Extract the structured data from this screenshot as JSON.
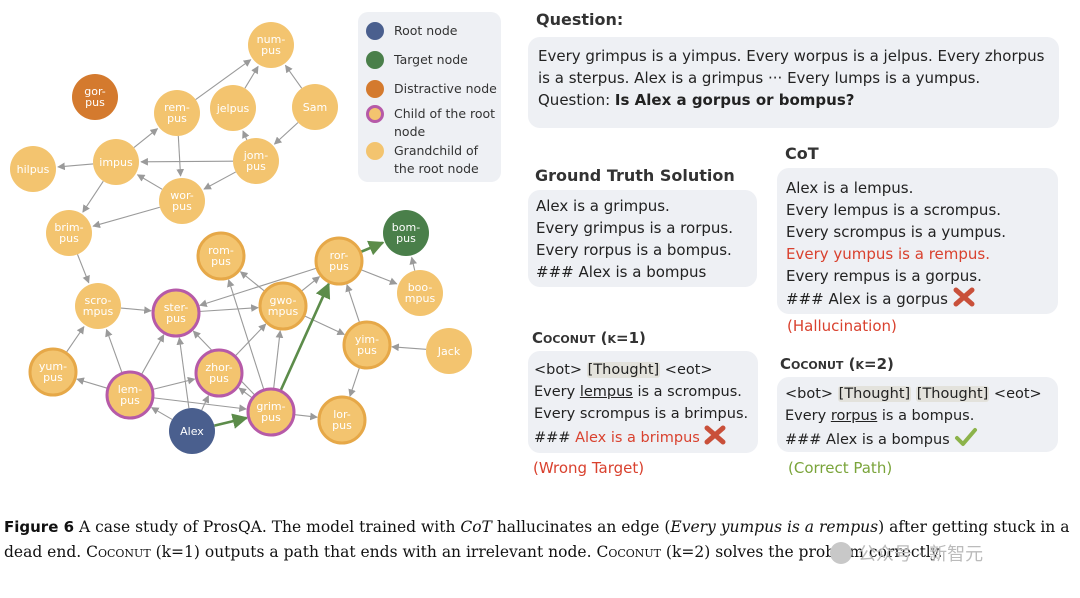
{
  "graph": {
    "colors": {
      "root": "#4a5f8e",
      "target": "#4a7f4a",
      "distractive": "#d47a2e",
      "child_fill": "#f3c46f",
      "child_stroke": "#b65aa8",
      "grandchild_fill": "#f3c46f",
      "grandchild_stroke": "#e6a848",
      "edge": "#9a9a9a",
      "path": "#5c8c4a"
    },
    "nodes": [
      {
        "id": "numpus",
        "label": "num-|pus",
        "type": "grandchild"
      },
      {
        "id": "gorpus",
        "label": "gor-|pus",
        "type": "distractive"
      },
      {
        "id": "rempus",
        "label": "rem-|pus",
        "type": "grandchild"
      },
      {
        "id": "jelpus",
        "label": "jelpus",
        "type": "grandchild"
      },
      {
        "id": "sam",
        "label": "Sam",
        "type": "grandchild"
      },
      {
        "id": "hilpus",
        "label": "hilpus",
        "type": "grandchild"
      },
      {
        "id": "impus",
        "label": "impus",
        "type": "grandchild"
      },
      {
        "id": "jompus",
        "label": "jom-|pus",
        "type": "grandchild"
      },
      {
        "id": "worpus",
        "label": "wor-|pus",
        "type": "grandchild"
      },
      {
        "id": "brimpus",
        "label": "brim-|pus",
        "type": "grandchild"
      },
      {
        "id": "bompus",
        "label": "bom-|pus",
        "type": "target"
      },
      {
        "id": "rompus",
        "label": "rom-|pus",
        "type": "grandchild_ring"
      },
      {
        "id": "rorpus",
        "label": "ror-|pus",
        "type": "grandchild_ring"
      },
      {
        "id": "scrompus",
        "label": "scro-|mpus",
        "type": "grandchild"
      },
      {
        "id": "sterpus",
        "label": "ster-|pus",
        "type": "child"
      },
      {
        "id": "gwompus",
        "label": "gwo-|mpus",
        "type": "grandchild_ring"
      },
      {
        "id": "boompus",
        "label": "boo-|mpus",
        "type": "grandchild"
      },
      {
        "id": "yimpus",
        "label": "yim-|pus",
        "type": "grandchild_ring"
      },
      {
        "id": "jack",
        "label": "Jack",
        "type": "grandchild"
      },
      {
        "id": "yumpus",
        "label": "yum-|pus",
        "type": "grandchild_ring"
      },
      {
        "id": "lempus",
        "label": "lem-|pus",
        "type": "child"
      },
      {
        "id": "zhorpus",
        "label": "zhor-|pus",
        "type": "child"
      },
      {
        "id": "grimpus",
        "label": "grim-|pus",
        "type": "child"
      },
      {
        "id": "lorpus",
        "label": "lor-|pus",
        "type": "grandchild_ring"
      },
      {
        "id": "alex",
        "label": "Alex",
        "type": "root"
      }
    ],
    "edges": [
      [
        "rempus",
        "numpus"
      ],
      [
        "jelpus",
        "numpus"
      ],
      [
        "sam",
        "jompus"
      ],
      [
        "sam",
        "numpus"
      ],
      [
        "impus",
        "hilpus"
      ],
      [
        "impus",
        "rempus"
      ],
      [
        "jompus",
        "impus"
      ],
      [
        "jompus",
        "jelpus"
      ],
      [
        "rempus",
        "worpus"
      ],
      [
        "worpus",
        "impus"
      ],
      [
        "jompus",
        "worpus"
      ],
      [
        "worpus",
        "brimpus"
      ],
      [
        "impus",
        "brimpus"
      ],
      [
        "brimpus",
        "scrompus"
      ],
      [
        "scrompus",
        "sterpus"
      ],
      [
        "lempus",
        "scrompus"
      ],
      [
        "yumpus",
        "scrompus"
      ],
      [
        "lempus",
        "yumpus"
      ],
      [
        "lempus",
        "sterpus"
      ],
      [
        "lempus",
        "zhorpus"
      ],
      [
        "alex",
        "lempus"
      ],
      [
        "alex",
        "zhorpus"
      ],
      [
        "alex",
        "sterpus"
      ],
      [
        "sterpus",
        "gwompus"
      ],
      [
        "zhorpus",
        "gwompus"
      ],
      [
        "gwompus",
        "rompus"
      ],
      [
        "gwompus",
        "rorpus"
      ],
      [
        "gwompus",
        "yimpus"
      ],
      [
        "rorpus",
        "sterpus"
      ],
      [
        "rorpus",
        "boompus"
      ],
      [
        "rorpus",
        "bompus"
      ],
      [
        "boompus",
        "bompus"
      ],
      [
        "jack",
        "yimpus"
      ],
      [
        "yimpus",
        "rorpus"
      ],
      [
        "yimpus",
        "lorpus"
      ],
      [
        "grimpus",
        "lorpus"
      ],
      [
        "grimpus",
        "gwompus"
      ],
      [
        "grimpus",
        "zhorpus"
      ],
      [
        "grimpus",
        "rompus"
      ],
      [
        "grimpus",
        "sterpus"
      ],
      [
        "lempus",
        "grimpus"
      ]
    ],
    "path_edges": [
      [
        "alex",
        "grimpus"
      ],
      [
        "grimpus",
        "rorpus"
      ],
      [
        "rorpus",
        "bompus"
      ]
    ]
  },
  "legend": {
    "items": [
      {
        "label": "Root node",
        "color": "#4a5f8e",
        "stroke": ""
      },
      {
        "label": "Target node",
        "color": "#4a7f4a",
        "stroke": ""
      },
      {
        "label": "Distractive node",
        "color": "#d47a2e",
        "stroke": ""
      },
      {
        "label": "Child of the root node",
        "color": "#f3c46f",
        "stroke": "#b65aa8"
      },
      {
        "label": "Grandchild of the root node",
        "color": "#f3c46f",
        "stroke": "#e6a848"
      }
    ]
  },
  "question": {
    "title": "Question:",
    "line1": "Every grimpus is a yimpus. Every worpus is a jelpus. Every zhorpus",
    "line2": "is a sterpus. Alex is a grimpus ··· Every lumps is a yumpus.",
    "line3_prefix": "Question: ",
    "line3_bold": "Is Alex a gorpus or bompus?"
  },
  "ground_truth": {
    "title": "Ground Truth Solution",
    "lines": [
      "Alex is a grimpus.",
      "Every grimpus is a rorpus.",
      "Every rorpus is a bompus.",
      "### Alex is a bompus"
    ]
  },
  "cot": {
    "title": "CoT",
    "lines": [
      "Alex is a lempus.",
      "Every lempus is a scrompus.",
      "Every scrompus is a yumpus."
    ],
    "hallucinated_line": "Every yumpus is a rempus.",
    "line5": "Every rempus is a gorpus.",
    "answer": "### Alex is a gorpus",
    "note": "(Hallucination)"
  },
  "coconut1": {
    "title": "Coconut (k=1)",
    "bot": "<bot>",
    "thought": "[Thought]",
    "eot": "<eot>",
    "l2_pre": "Every ",
    "l2_ul": "lempus",
    "l2_post": " is a scrompus.",
    "l3": "Every scrompus is a brimpus.",
    "ans_prefix": "### ",
    "ans_red": "Alex is a brimpus",
    "note": "(Wrong Target)"
  },
  "coconut2": {
    "title": "Coconut (k=2)",
    "bot": "<bot>",
    "thought": "[Thought]",
    "eot": "<eot>",
    "l2_pre": "Every ",
    "l2_ul": "rorpus",
    "l2_post": " is a bompus.",
    "answer": "### Alex is a bompus",
    "note": "(Correct Path)"
  },
  "caption": {
    "fig": "Figure 6",
    "t1": " A case study of ProsQA. The model trained with ",
    "cot": "CoT",
    "t2": " hallucinates an edge (",
    "italic": "Every yumpus is a rempus",
    "t3": ") after getting stuck in a dead end. ",
    "sc1": "Coconut",
    "t4": " (k=1) outputs a path that ends with an irrelevant node. ",
    "sc2": "Coconut",
    "t5": " (k=2) solves the problem correctly."
  },
  "watermark": "公众号 · 新智元"
}
